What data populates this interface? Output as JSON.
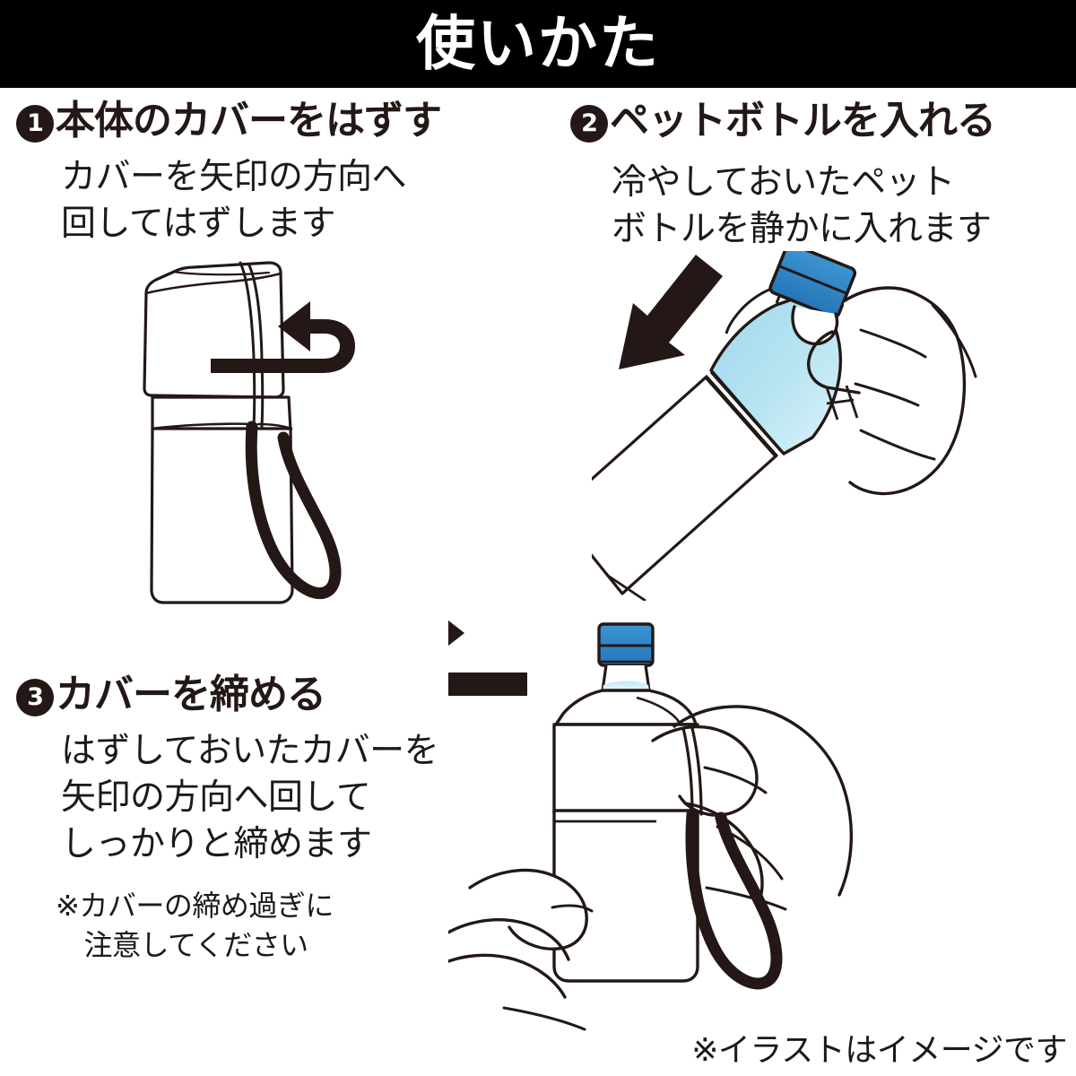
{
  "header": {
    "title": "使いかた",
    "background": "#000000",
    "text_color": "#ffffff"
  },
  "steps": [
    {
      "number": "1",
      "badge_glyph": "❶",
      "heading": "本体のカバーをはずす",
      "body": "カバーを矢印の方向へ\n回してはずします",
      "illustration": {
        "name": "tumbler-with-strap-and-ccw-arrow",
        "elements": [
          "cover",
          "body",
          "strap-loop",
          "hook-arrow-left"
        ],
        "arrow_direction": "counter-clockwise"
      }
    },
    {
      "number": "2",
      "badge_glyph": "❷",
      "heading": "ペットボトルを入れる",
      "body": "冷やしておいたペット\nボトルを静かに入れます",
      "illustration": {
        "name": "hand-inserting-pet-bottle",
        "elements": [
          "hand",
          "pet-bottle",
          "blue-cap",
          "tumbler-body",
          "down-left-arrow"
        ],
        "arrow_direction": "down-left"
      }
    },
    {
      "number": "3",
      "badge_glyph": "❸",
      "heading": "カバーを締める",
      "body": "はずしておいたカバーを\n矢印の方向へ回して\nしっかりと締めます",
      "note": "※カバーの締め過ぎに\n　注意してください",
      "illustration": {
        "name": "hands-tightening-cover",
        "elements": [
          "two-hands",
          "pet-bottle",
          "blue-cap",
          "tumbler-body",
          "strap-loop",
          "hook-arrow-right"
        ],
        "arrow_direction": "clockwise"
      }
    }
  ],
  "footer": {
    "disclaimer": "※イラストはイメージです"
  },
  "colors": {
    "ink": "#231815",
    "line": "#231815",
    "bottle_cap_blue": "#2e86c8",
    "bottle_cap_blue_light": "#3d95d4",
    "bottle_body_cyan": "#a8dcee",
    "bottle_body_cyan_light": "#d6eff8",
    "page_background": "#ffffff",
    "header_background": "#000000"
  }
}
